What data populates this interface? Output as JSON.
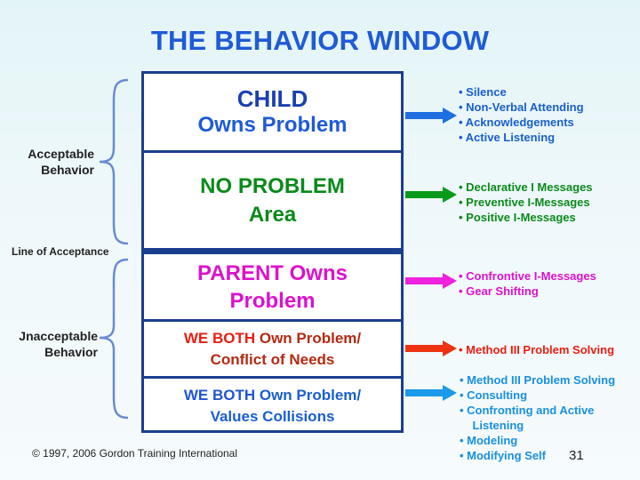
{
  "title": "THE BEHAVIOR WINDOW",
  "window": {
    "child": {
      "line1": "CHILD",
      "line2": "Owns Problem"
    },
    "no_problem": {
      "line1": "NO PROBLEM",
      "line2": "Area"
    },
    "parent": {
      "em": "PARENT",
      "rest": " Owns",
      "line2": "Problem"
    },
    "we_both_conflict": {
      "em": "WE BOTH",
      "rest": " Own  Problem/",
      "line2": "Conflict of Needs"
    },
    "we_both_values": {
      "em": "WE BOTH",
      "rest": " Own Problem/",
      "line2": "Values Collisions"
    }
  },
  "left_labels": {
    "acceptable": [
      "Acceptable",
      "Behavior"
    ],
    "line_of_acceptance": "Line of Acceptance",
    "unacceptable": [
      "Jnacceptable",
      "Behavior"
    ]
  },
  "skills": {
    "child": [
      "• Silence",
      "• Non-Verbal Attending",
      "• Acknowledgements",
      "• Active Listening"
    ],
    "no_problem": [
      "• Declarative I Messages",
      "• Preventive I-Messages",
      "• Positive I-Messages"
    ],
    "parent": [
      "• Confrontive I-Messages",
      "• Gear Shifting"
    ],
    "conflict": [
      "• Method III Problem Solving"
    ],
    "values": [
      "• Method III Problem Solving",
      "• Consulting",
      "• Confronting and Active",
      "    Listening",
      "• Modeling",
      "• Modifying Self"
    ]
  },
  "colors": {
    "title": "#1f5bd6",
    "arrow_child": "#1f6fe0",
    "arrow_no_problem": "#0a9a1a",
    "arrow_parent": "#ee22dd",
    "arrow_conflict": "#ee3311",
    "arrow_values": "#1a9ae8",
    "brace": "#6a8bd0"
  },
  "footer": "© 1997, 2006 Gordon Training International",
  "page_number": "31"
}
